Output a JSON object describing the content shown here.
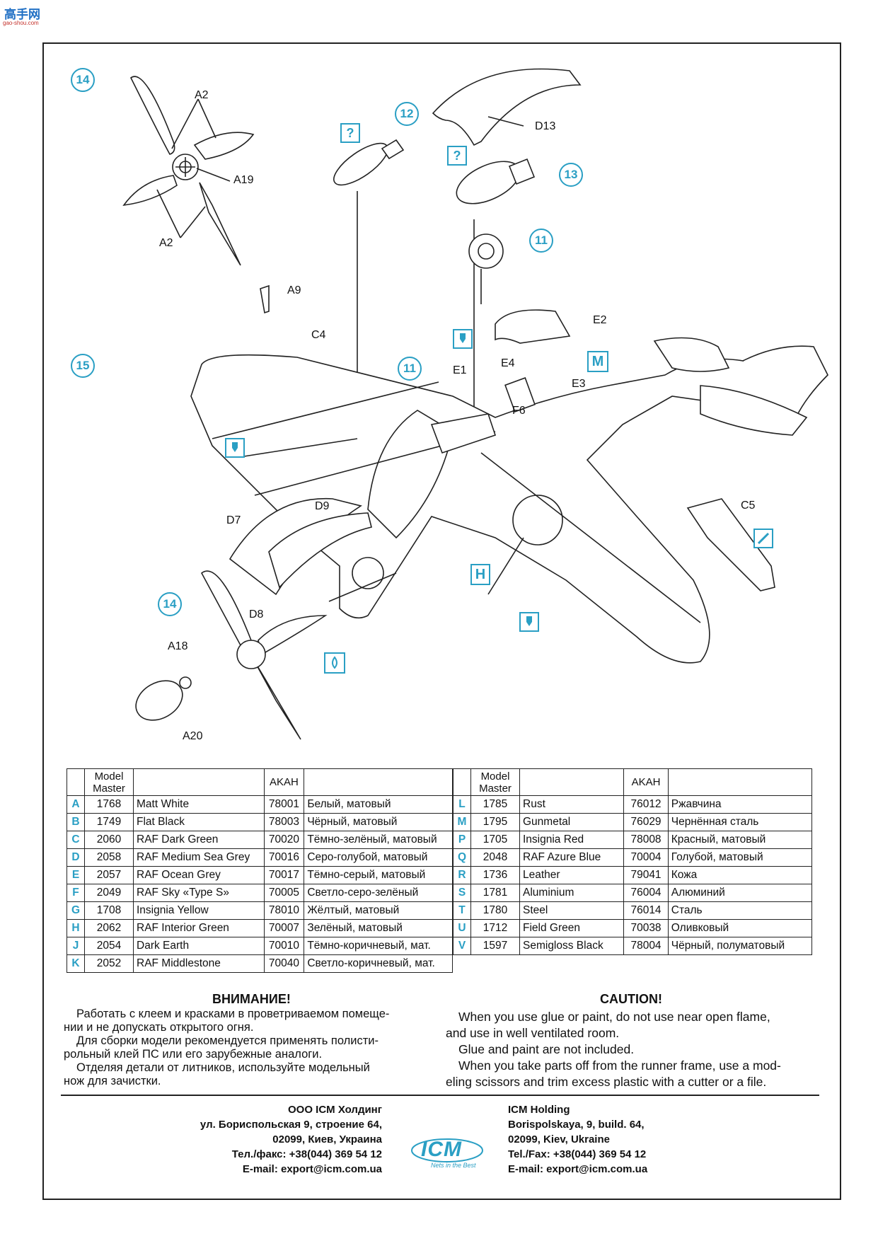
{
  "watermark": {
    "text": "高手网",
    "url_text": "gao-shou.com"
  },
  "steps": {
    "s14_top": "14",
    "s15": "15",
    "s14_bottom": "14",
    "s12": "12",
    "s13": "13",
    "s11_upper": "11",
    "s11_lower": "11"
  },
  "parts": {
    "A2_top": "A2",
    "A2_bottom": "A2",
    "A19": "A19",
    "A9": "A9",
    "C4": "C4",
    "D13": "D13",
    "E2": "E2",
    "E4": "E4",
    "E1": "E1",
    "E3": "E3",
    "F6": "F6",
    "D7": "D7",
    "D9": "D9",
    "D8": "D8",
    "A18": "A18",
    "A20": "A20",
    "C5": "C5"
  },
  "paint_codes_marks": {
    "q1": "?",
    "q2": "?",
    "M": "M",
    "H": "H"
  },
  "table_headers": {
    "model_master": "Model Master",
    "akah": "AKAH"
  },
  "paints_left": [
    {
      "code": "A",
      "mm": "1768",
      "name": "Matt White",
      "akah": "78001",
      "ru": "Белый, матовый"
    },
    {
      "code": "B",
      "mm": "1749",
      "name": "Flat Black",
      "akah": "78003",
      "ru": "Чёрный, матовый"
    },
    {
      "code": "C",
      "mm": "2060",
      "name": "RAF Dark Green",
      "akah": "70020",
      "ru": "Тёмно-зелёный, матовый"
    },
    {
      "code": "D",
      "mm": "2058",
      "name": "RAF Medium Sea Grey",
      "akah": "70016",
      "ru": "Серо-голубой, матовый"
    },
    {
      "code": "E",
      "mm": "2057",
      "name": "RAF Ocean Grey",
      "akah": "70017",
      "ru": "Тёмно-серый, матовый"
    },
    {
      "code": "F",
      "mm": "2049",
      "name": "RAF Sky «Type S»",
      "akah": "70005",
      "ru": "Светло-серо-зелёный"
    },
    {
      "code": "G",
      "mm": "1708",
      "name": "Insignia Yellow",
      "akah": "78010",
      "ru": "Жёлтый, матовый"
    },
    {
      "code": "H",
      "mm": "2062",
      "name": "RAF Interior Green",
      "akah": "70007",
      "ru": "Зелёный, матовый"
    },
    {
      "code": "J",
      "mm": "2054",
      "name": "Dark Earth",
      "akah": "70010",
      "ru": "Тёмно-коричневый, мат."
    },
    {
      "code": "K",
      "mm": "2052",
      "name": "RAF Middlestone",
      "akah": "70040",
      "ru": "Светло-коричневый, мат."
    }
  ],
  "paints_right": [
    {
      "code": "L",
      "mm": "1785",
      "name": "Rust",
      "akah": "76012",
      "ru": "Ржавчина"
    },
    {
      "code": "M",
      "mm": "1795",
      "name": "Gunmetal",
      "akah": "76029",
      "ru": "Чернённая сталь"
    },
    {
      "code": "P",
      "mm": "1705",
      "name": "Insignia Red",
      "akah": "78008",
      "ru": "Красный, матовый"
    },
    {
      "code": "Q",
      "mm": "2048",
      "name": "RAF Azure Blue",
      "akah": "70004",
      "ru": "Голубой, матовый"
    },
    {
      "code": "R",
      "mm": "1736",
      "name": "Leather",
      "akah": "79041",
      "ru": "Кожа"
    },
    {
      "code": "S",
      "mm": "1781",
      "name": "Aluminium",
      "akah": "76004",
      "ru": "Алюминий"
    },
    {
      "code": "T",
      "mm": "1780",
      "name": "Steel",
      "akah": "76014",
      "ru": "Сталь"
    },
    {
      "code": "U",
      "mm": "1712",
      "name": "Field Green",
      "akah": "70038",
      "ru": "Оливковый"
    },
    {
      "code": "V",
      "mm": "1597",
      "name": "Semigloss Black",
      "akah": "78004",
      "ru": "Чёрный, полуматовый"
    }
  ],
  "caution_ru": {
    "title": "ВНИМАНИЕ!",
    "lines": [
      "Работать с клеем и красками в проветриваемом помеще-",
      "нии и не допускать открытого огня.",
      "Для сборки модели рекомендуется применять полисти-",
      "рольный клей ПС или его зарубежные аналоги.",
      "Отделяя детали от литников, используйте модельный",
      "нож для зачистки."
    ]
  },
  "caution_en": {
    "title": "CAUTION!",
    "lines": [
      "When you use glue or paint, do not use near open flame,",
      "and use in well ventilated room.",
      "Glue and paint are not included.",
      "When you take parts off from the runner frame, use a mod-",
      "eling scissors and trim excess plastic with a cutter or a file."
    ]
  },
  "address_ru": [
    "ООО ICM Холдинг",
    "ул. Бориспольская 9, строение 64,",
    "02099, Киев, Украина",
    "Тел./факс: +38(044) 369 54 12",
    "E-mail: export@icm.com.ua"
  ],
  "address_en": [
    "ICM Holding",
    "Borispolskaya, 9, build. 64,",
    "02099, Kiev, Ukraine",
    "Tel./Fax: +38(044) 369 54 12",
    "E-mail: export@icm.com.ua"
  ],
  "logo": {
    "text": "ICM",
    "slogan": "Nets in the Best"
  },
  "colors": {
    "accent": "#2a9fc4",
    "line": "#222222"
  }
}
